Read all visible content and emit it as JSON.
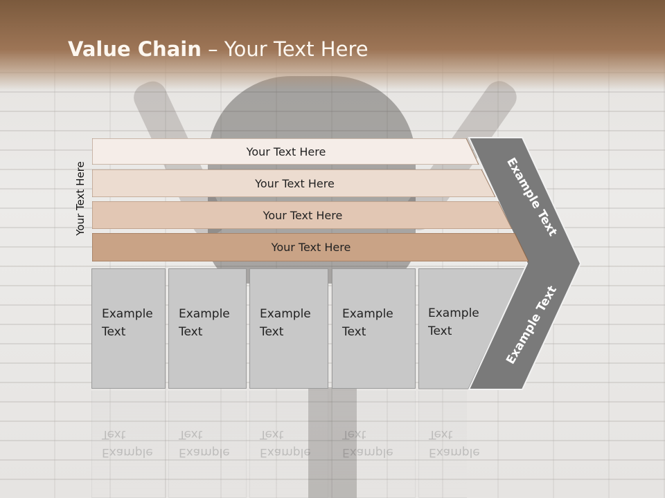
{
  "slide": {
    "title_bold": "Value Chain",
    "title_rest": " – Your Text Here"
  },
  "side_label": "Your Text Here",
  "rows": [
    {
      "label": "Your Text Here",
      "fill": "#f5ede8"
    },
    {
      "label": "Your Text Here",
      "fill": "#ecdcd0"
    },
    {
      "label": "Your Text Here",
      "fill": "#e2c7b4"
    },
    {
      "label": "Your Text Here",
      "fill": "#c9a386"
    }
  ],
  "columns": [
    {
      "line1": "Example",
      "line2": "Text"
    },
    {
      "line1": "Example",
      "line2": "Text"
    },
    {
      "line1": "Example",
      "line2": "Text"
    },
    {
      "line1": "Example",
      "line2": "Text"
    },
    {
      "line1": "Example",
      "line2": "Text"
    }
  ],
  "chevron": {
    "top_text": "Example Text",
    "bottom_text": "Example Text",
    "fill": "#7a7a7a"
  },
  "colors": {
    "header": "#8a6548",
    "column_fill": "#c8c8c8"
  }
}
